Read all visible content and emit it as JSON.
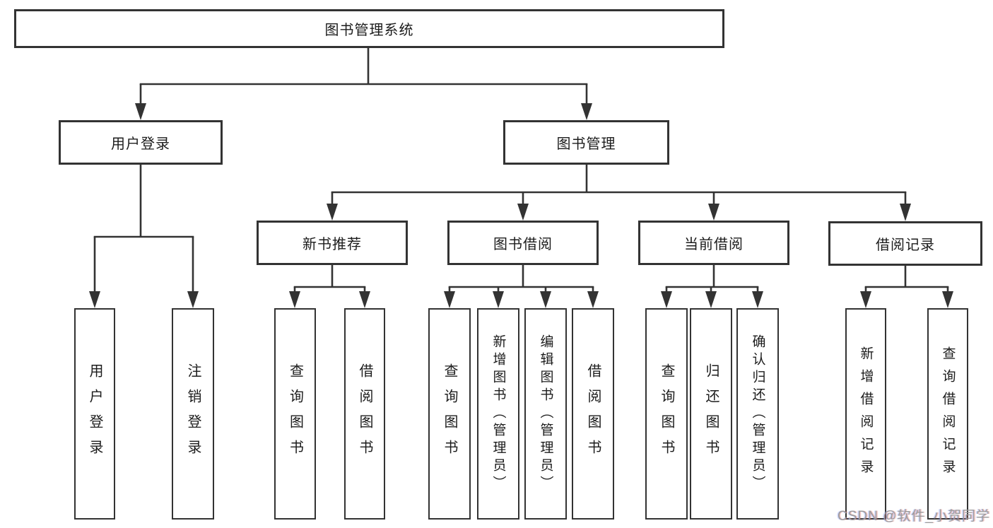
{
  "nodes": {
    "root": "图书管理系统",
    "level2": {
      "user_login": "用户登录",
      "book_mgmt": "图书管理"
    },
    "level3": {
      "new_book_rec": "新书推荐",
      "book_borrow": "图书借阅",
      "current_borrow": "当前借阅",
      "borrow_records": "借阅记录"
    },
    "leaves": {
      "user_login_login": "用户登录",
      "user_login_logout": "注销登录",
      "rec_query_book": "查询图书",
      "rec_borrow_book": "借阅图书",
      "bb_query_book": "查询图书",
      "bb_add_book": "新增图书（管理员）",
      "bb_edit_book": "编辑图书（管理员）",
      "bb_borrow_book": "借阅图书",
      "cb_query_book": "查询图书",
      "cb_return_book": "归还图书",
      "cb_confirm_return": "确认归还（管理员）",
      "br_add_record": "新增借阅记录",
      "br_query_record": "查询借阅记录"
    }
  },
  "watermark": "CSDN @软件_小贺同学",
  "colors": {
    "line": "#333333",
    "box_border": "#333333",
    "text": "#1c1c1c",
    "watermark": "#9b9b9b",
    "background": "#ffffff"
  }
}
